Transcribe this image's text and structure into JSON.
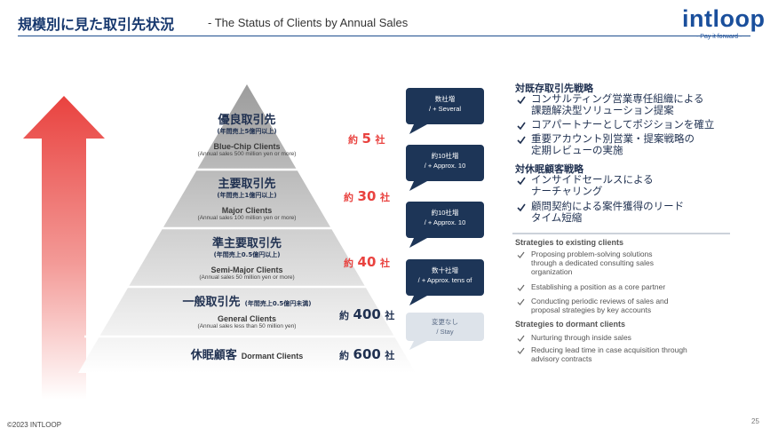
{
  "header": {
    "title_jp": "規模別に見た取引先状況",
    "title_en": "- The Status of Clients by Annual Sales"
  },
  "logo": {
    "text": "intloop",
    "tagline": "- Pay it forward -"
  },
  "colors": {
    "accent": "#e9423f",
    "brand": "#1a4f9c",
    "bubble": "#1d3557",
    "bubble_light": "#dde3ea"
  },
  "tiers": [
    {
      "name_jp": "優良取引先",
      "sub_jp": "(年間売上5億円以上)",
      "name_en": "Blue-Chip Clients",
      "sub_en": "(Annual sales 500 million yen or more)",
      "count_prefix": "約",
      "count": "5",
      "count_suffix": "社",
      "change": [
        "数社増",
        "/ + Several"
      ]
    },
    {
      "name_jp": "主要取引先",
      "sub_jp": "(年間売上1億円以上)",
      "name_en": "Major Clients",
      "sub_en": "(Annual sales 100 million yen or more)",
      "count_prefix": "約",
      "count": "30",
      "count_suffix": "社",
      "change": [
        "約10社増",
        "/ + Approx. 10"
      ]
    },
    {
      "name_jp": "準主要取引先",
      "sub_jp": "(年間売上0.5億円以上)",
      "name_en": "Semi-Major Clients",
      "sub_en": "(Annual sales 50 million yen or more)",
      "count_prefix": "約",
      "count": "40",
      "count_suffix": "社",
      "change": [
        "約10社増",
        "/ + Approx. 10"
      ]
    },
    {
      "name_jp": "一般取引先",
      "sub_jp": "(年間売上0.5億円未満)",
      "name_en": "General Clients",
      "sub_en": "(Annual sales less than 50 million yen)",
      "count_prefix": "約",
      "count": "400",
      "count_suffix": "社",
      "change": [
        "数十社増",
        "/ + Approx. tens of"
      ]
    },
    {
      "name_jp": "休眠顧客",
      "sub_jp": "",
      "name_en": "Dormant Clients",
      "sub_en": "",
      "count_prefix": "約",
      "count": "600",
      "count_suffix": "社",
      "change": [
        "変更なし",
        "/ Stay"
      ]
    }
  ],
  "strategies_jp": {
    "existing_heading": "対既存取引先戦略",
    "existing_items": [
      [
        "コンサルティング営業専任組織による",
        "課題解決型ソリューション提案"
      ],
      [
        "コアパートナーとしてポジションを確立"
      ],
      [
        "重要アカウント別営業・提案戦略の",
        "定期レビューの実施"
      ]
    ],
    "dormant_heading": "対休眠顧客戦略",
    "dormant_items": [
      [
        "インサイドセールスによる",
        "ナーチャリング"
      ],
      [
        "顧問契約による案件獲得のリード",
        "タイム短縮"
      ]
    ]
  },
  "strategies_en": {
    "existing_heading": "Strategies to existing clients",
    "existing_items": [
      [
        "Proposing problem-solving solutions",
        "through a dedicated consulting sales",
        "organization"
      ],
      [
        "Establishing a position as a core partner"
      ],
      [
        "Conducting periodic reviews of sales and",
        "proposal strategies by key accounts"
      ]
    ],
    "dormant_heading": "Strategies to dormant clients",
    "dormant_items": [
      [
        "Nurturing through inside sales"
      ],
      [
        "Reducing lead time in case acquisition through",
        "advisory contracts"
      ]
    ]
  },
  "footer": {
    "copyright": "©2023 INTLOOP",
    "page": "25"
  }
}
